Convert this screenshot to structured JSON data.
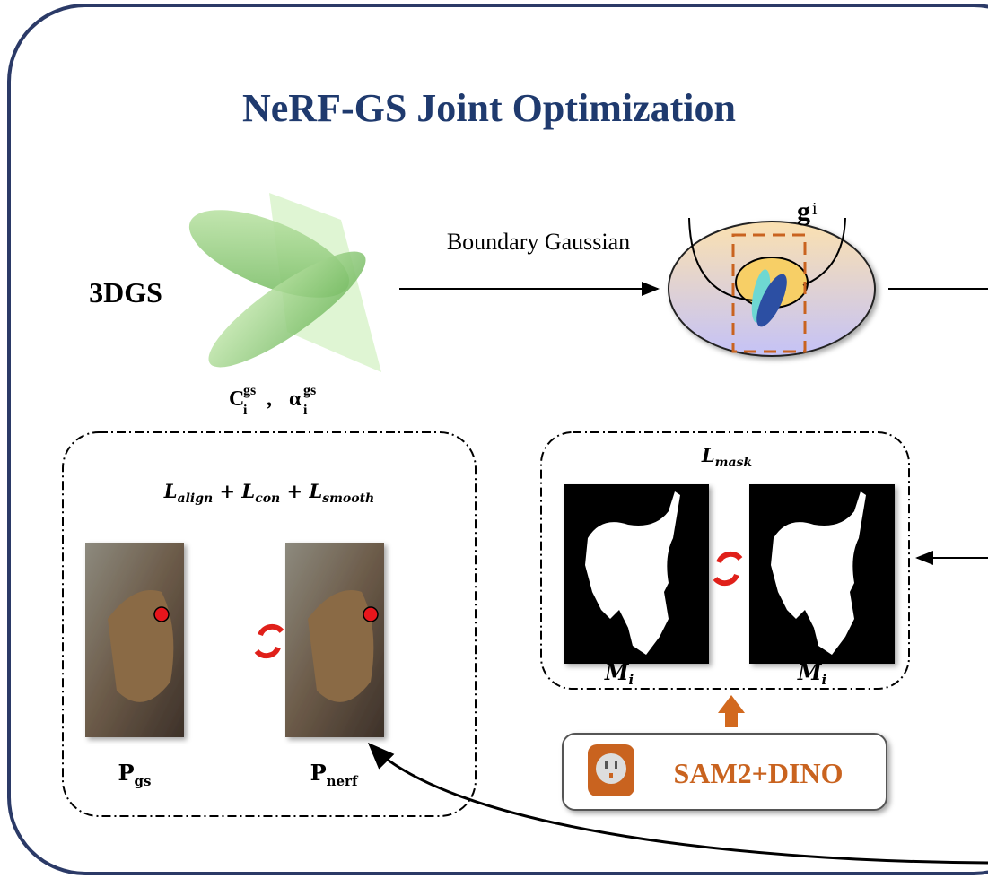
{
  "title": "NeRF-GS Joint Optimization",
  "gs_block": {
    "label": "3DGS",
    "attrs_c": "C",
    "attrs_a": "α",
    "sub": "i",
    "sup": "gs",
    "sep": ","
  },
  "boundary": {
    "arrow_label": "Boundary Gaussian",
    "g_label": "g",
    "g_sub": "i"
  },
  "align_box": {
    "loss_formula": "L_align + L_con + L_smooth",
    "l": "L",
    "subs": [
      "align",
      "con",
      "smooth"
    ],
    "plus": "+",
    "left_label": "P",
    "left_sub": "gs",
    "right_label": "P",
    "right_sub": "nerf"
  },
  "mask_box": {
    "loss_l": "L",
    "loss_sub": "mask",
    "left_label": "M",
    "left_sub": "i",
    "right_label": "M̂",
    "right_sub": "i"
  },
  "segmenter": {
    "label": "SAM2+DINO",
    "icon": "plug-socket-icon"
  },
  "colors": {
    "frame": "#2b3a67",
    "title": "#1f3a6e",
    "orange": "#c9631f",
    "red_arrow": "#e0201a"
  }
}
